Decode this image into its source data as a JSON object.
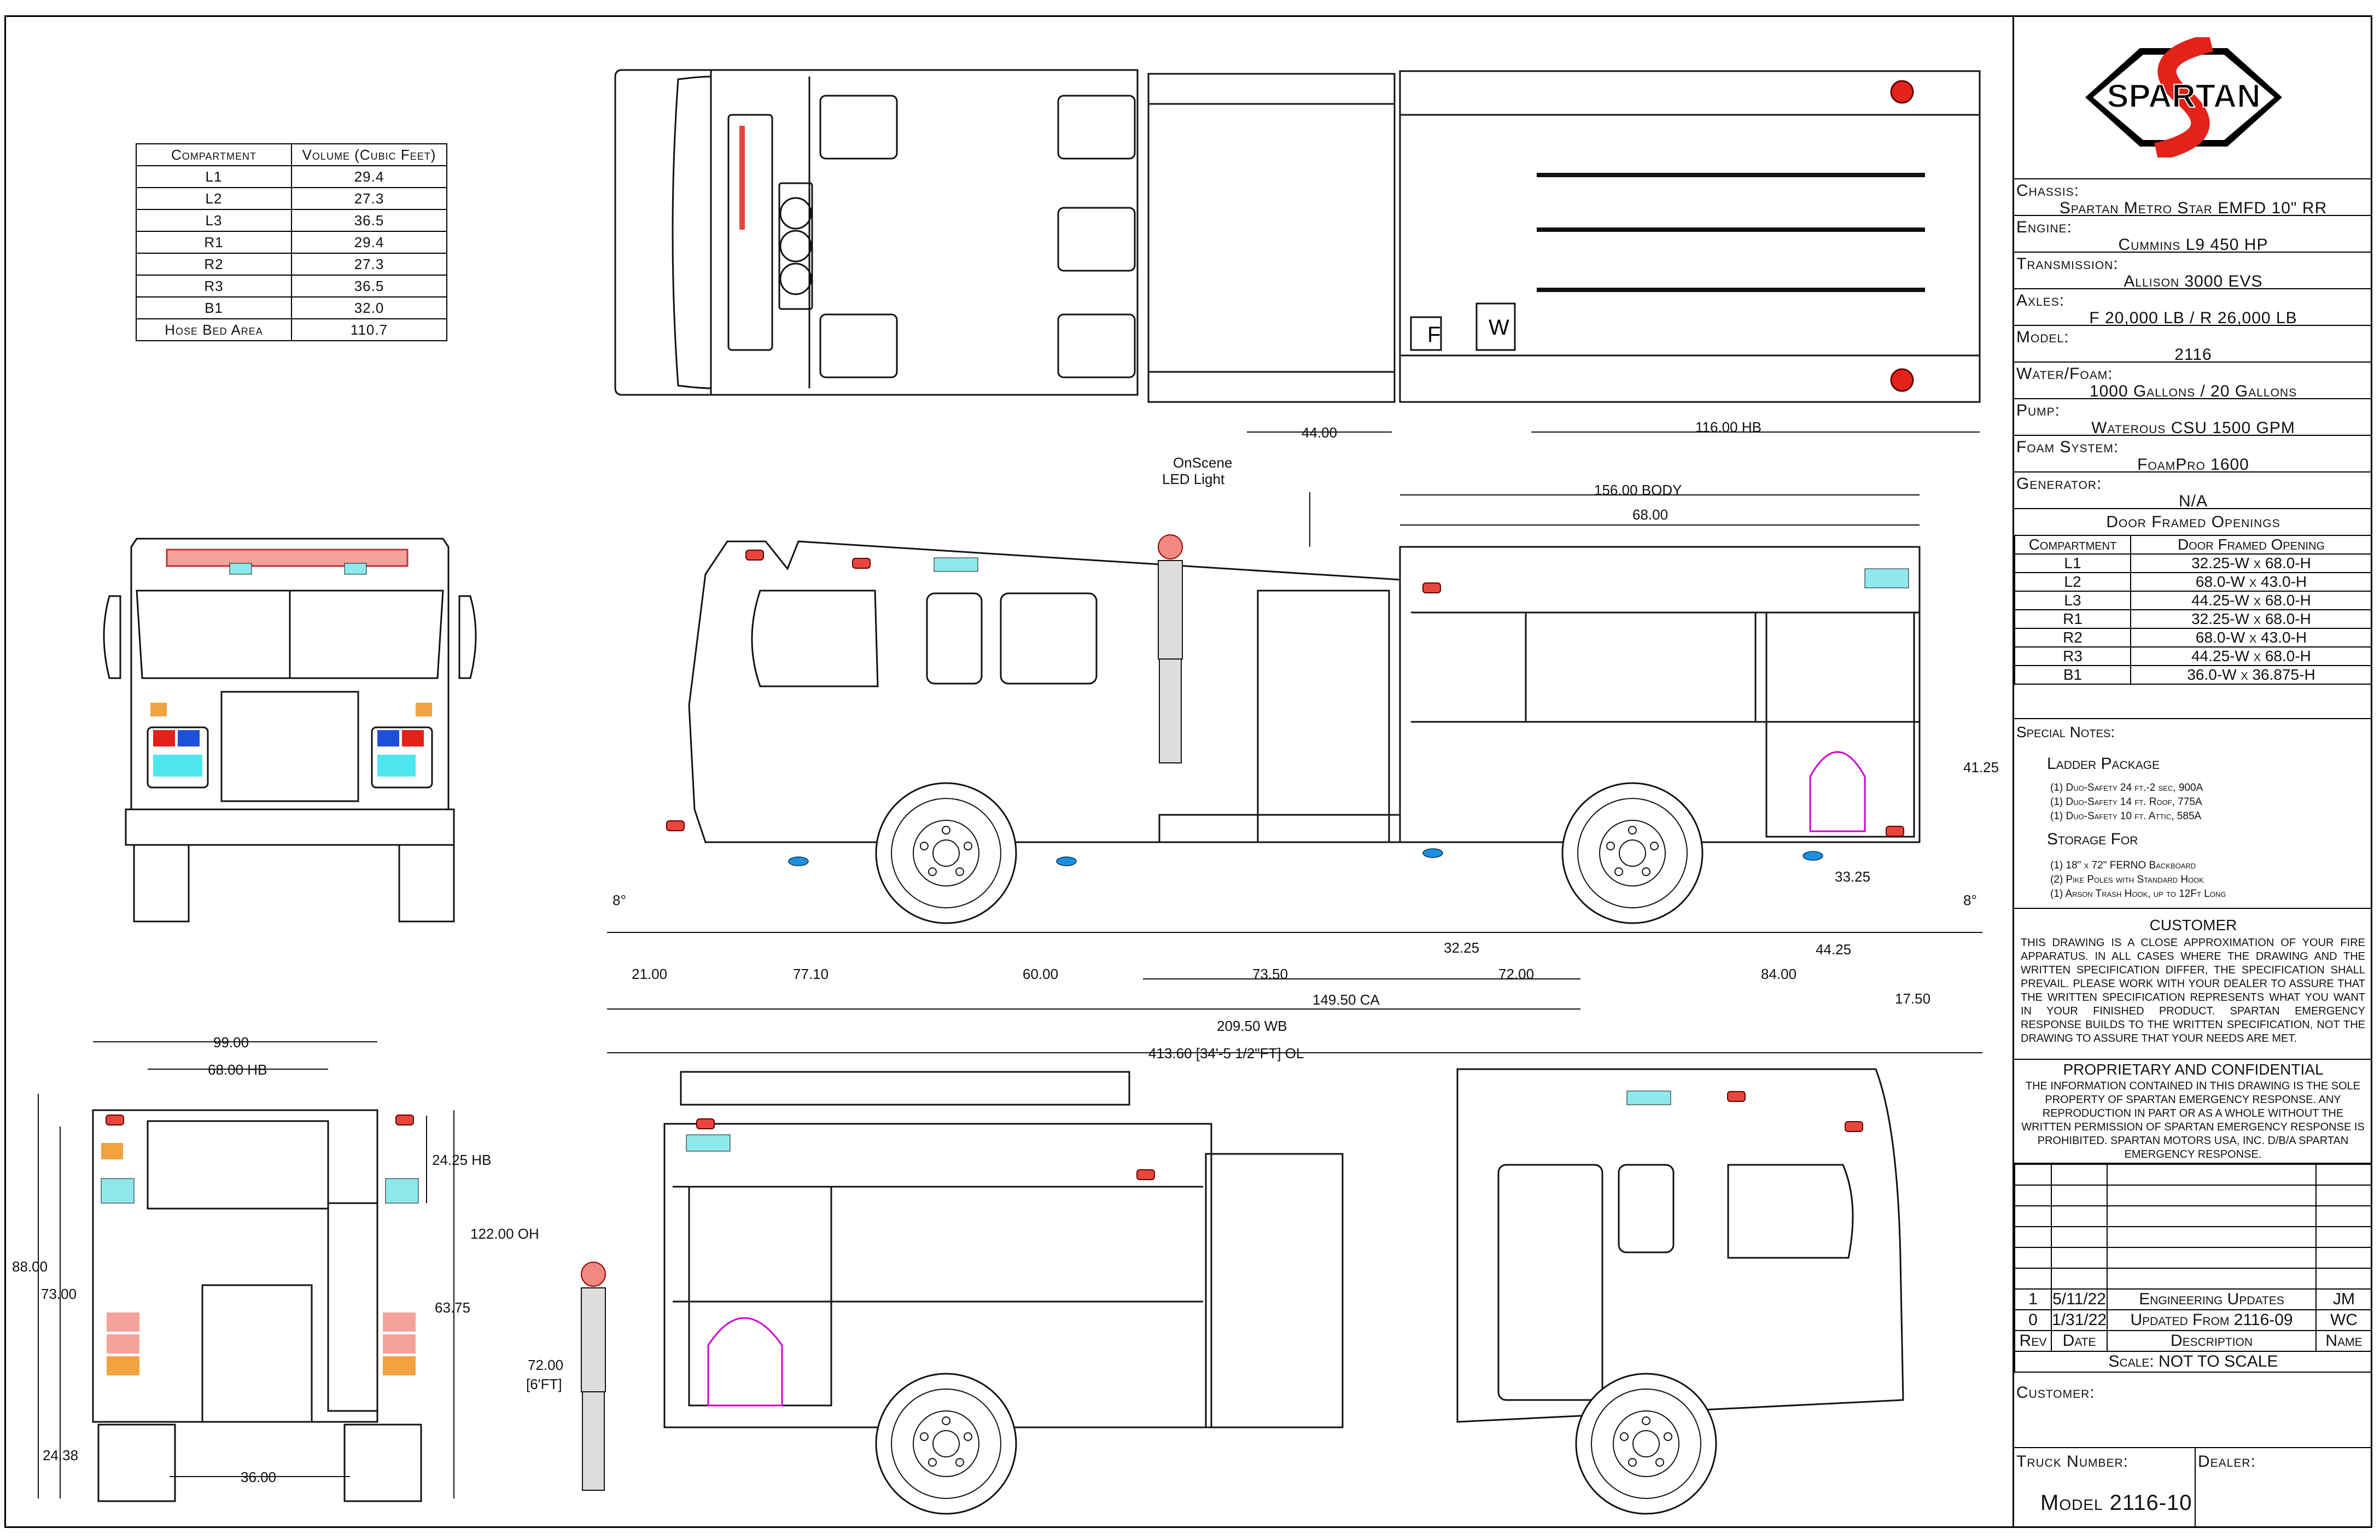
{
  "brand": {
    "name": "SPARTAN",
    "colors": {
      "red": "#e32219",
      "black": "#000000"
    }
  },
  "compartment_table": {
    "headers": [
      "Compartment",
      "Volume (Cubic Feet)"
    ],
    "rows": [
      [
        "L1",
        "29.4"
      ],
      [
        "L2",
        "27.3"
      ],
      [
        "L3",
        "36.5"
      ],
      [
        "R1",
        "29.4"
      ],
      [
        "R2",
        "27.3"
      ],
      [
        "R3",
        "36.5"
      ],
      [
        "B1",
        "32.0"
      ],
      [
        "Hose Bed Area",
        "110.7"
      ]
    ]
  },
  "specs": [
    {
      "label": "Chassis:",
      "value": "Spartan Metro Star EMFD 10\" RR"
    },
    {
      "label": "Engine:",
      "value": "Cummins L9 450 HP"
    },
    {
      "label": "Transmission:",
      "value": "Allison 3000 EVS"
    },
    {
      "label": "Axles:",
      "value": "F 20,000 LB / R 26,000 LB"
    },
    {
      "label": "Model:",
      "value": "2116"
    },
    {
      "label": "Water/Foam:",
      "value": "1000 Gallons / 20 Gallons"
    },
    {
      "label": "Pump:",
      "value": "Waterous CSU 1500 GPM"
    },
    {
      "label": "Foam System:",
      "value": "FoamPro 1600"
    },
    {
      "label": "Generator:",
      "value": "N/A"
    }
  ],
  "door_openings": {
    "title": "Door Framed Openings",
    "headers": [
      "Compartment",
      "Door Framed Opening"
    ],
    "rows": [
      [
        "L1",
        "32.25-W x 68.0-H"
      ],
      [
        "L2",
        "68.0-W x 43.0-H"
      ],
      [
        "L3",
        "44.25-W x 68.0-H"
      ],
      [
        "R1",
        "32.25-W x 68.0-H"
      ],
      [
        "R2",
        "68.0-W x 43.0-H"
      ],
      [
        "R3",
        "44.25-W x 68.0-H"
      ],
      [
        "B1",
        "36.0-W x 36.875-H"
      ]
    ]
  },
  "special_notes": {
    "title": "Special Notes:",
    "ladder_title": "Ladder Package",
    "ladder_items": [
      "(1) Duo-Safety 24 ft.-2 sec, 900A",
      "(1) Duo-Safety 14 ft. Roof, 775A",
      "(1) Duo-Safety 10 ft. Attic, 585A"
    ],
    "storage_title": "Storage For",
    "storage_items": [
      "(1) 18\" x 72\" FERNO Backboard",
      "(2) Pike Poles with Standard Hook",
      "(1) Arson Trash Hook, up to 12Ft Long"
    ]
  },
  "customer_notice": {
    "title": "Customer",
    "text": "This drawing is a close approximation of your fire apparatus. In all cases where the drawing and the written specification differ, the specification shall prevail. Please work with your dealer to assure that the written specification represents what you want in your finished product. Spartan Emergency Response builds to the written specification, not the drawing to assure that your needs are met."
  },
  "proprietary": {
    "title": "Proprietary and Confidential",
    "text": "The information contained in this drawing is the sole property of Spartan Emergency Response. Any reproduction in part or as a whole without the written permission of Spartan Emergency Response is prohibited. Spartan Motors USA, Inc. D/B/A Spartan Emergency Response."
  },
  "revisions": {
    "headers": [
      "Rev",
      "Date",
      "Description",
      "Name"
    ],
    "rows": [
      [
        "1",
        "5/11/22",
        "Engineering Updates",
        "JM"
      ],
      [
        "0",
        "1/31/22",
        "Updated From 2116-09",
        "WC"
      ]
    ],
    "scale": "Scale:  NOT TO SCALE"
  },
  "footer": {
    "customer_label": "Customer:",
    "truck_label": "Truck Number:",
    "dealer_label": "Dealer:",
    "model": "Model 2116-10"
  },
  "dimensions": {
    "top_44": "44.00",
    "top_116": "116.00 HB",
    "onscene": "OnScene",
    "onscene2": "LED Light",
    "body": "156.00 BODY",
    "body68": "68.00",
    "h4125": "41.25",
    "h3325": "33.25",
    "deg_l": "8°",
    "deg_r": "8°",
    "d2100": "21.00",
    "d7710": "77.10",
    "d6000": "60.00",
    "d7350": "73.50",
    "d7200": "72.00",
    "d8400": "84.00",
    "d3225": "32.25",
    "d4425": "44.25",
    "d1750": "17.50",
    "ca": "149.50 CA",
    "wb": "209.50 WB",
    "ol": "413.60 [34'-5 1/2\"FT] OL",
    "r99": "99.00",
    "r68hb": "68.00 HB",
    "r2425": "24.25 HB",
    "r122": "122.00 OH",
    "r88": "88.00",
    "r73": "73.00",
    "r6375": "63.75",
    "r2438": "24.38",
    "r36": "36.00",
    "man72": "72.00",
    "man6ft": "[6'FT]"
  }
}
